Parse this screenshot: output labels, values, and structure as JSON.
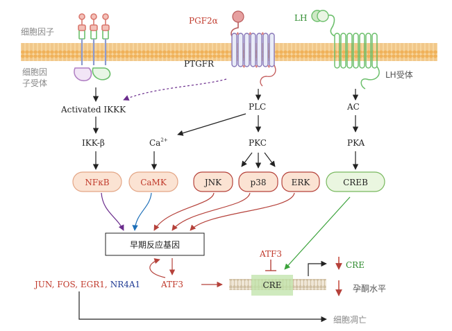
{
  "labels": {
    "cytokine": "细胞因子",
    "cytokine_receptor_line1": "细胞因",
    "cytokine_receptor_line2": "子受体",
    "pgf2a": "PGF2α",
    "ptgfr": "PTGFR",
    "lh": "LH",
    "lh_receptor": "LH受体",
    "activated_ikkk": "Activated IKKK",
    "plc": "PLC",
    "ac": "AC",
    "ikk_beta": "IKK-β",
    "ca": "Ca",
    "ca_charge": "2+",
    "pkc": "PKC",
    "pka": "PKA",
    "nfkb": "NFκB",
    "camk": "CaMK",
    "jnk": "JNK",
    "p38": "p38",
    "erk": "ERK",
    "creb": "CREB",
    "early_genes": "早期反应基因",
    "atf3_left": "ATF3",
    "atf3_inhibitor": "ATF3",
    "cre_dna": "CRE",
    "cre_output": "CRE",
    "progesterone_level": "孕酮水平",
    "genes_red": "JUN, FOS, EGR1,",
    "genes_blue": "NR4A1",
    "apoptosis": "细胞凋亡"
  },
  "colors": {
    "membrane_head": "#f0b25a",
    "membrane_tail": "#f7d6a0",
    "receptor_green": "#6cbf6c",
    "ptgfr_purple": "#8878b8",
    "ptgfr_pink": "#e6a0a0",
    "node_peach": "#fbe3d3",
    "node_peach_border": "#e3a585",
    "node_green": "#eaf6e0",
    "node_green_border": "#78b85e",
    "arrow_black": "#222222",
    "arrow_red": "#b5413a",
    "arrow_purple": "#6a2c8c",
    "arrow_blue": "#1d6fb8",
    "arrow_green": "#3aa23a",
    "text_red": "#c0392b",
    "text_green": "#2e8b2e",
    "text_blue": "#1f3a93",
    "text_gray": "#888888"
  }
}
